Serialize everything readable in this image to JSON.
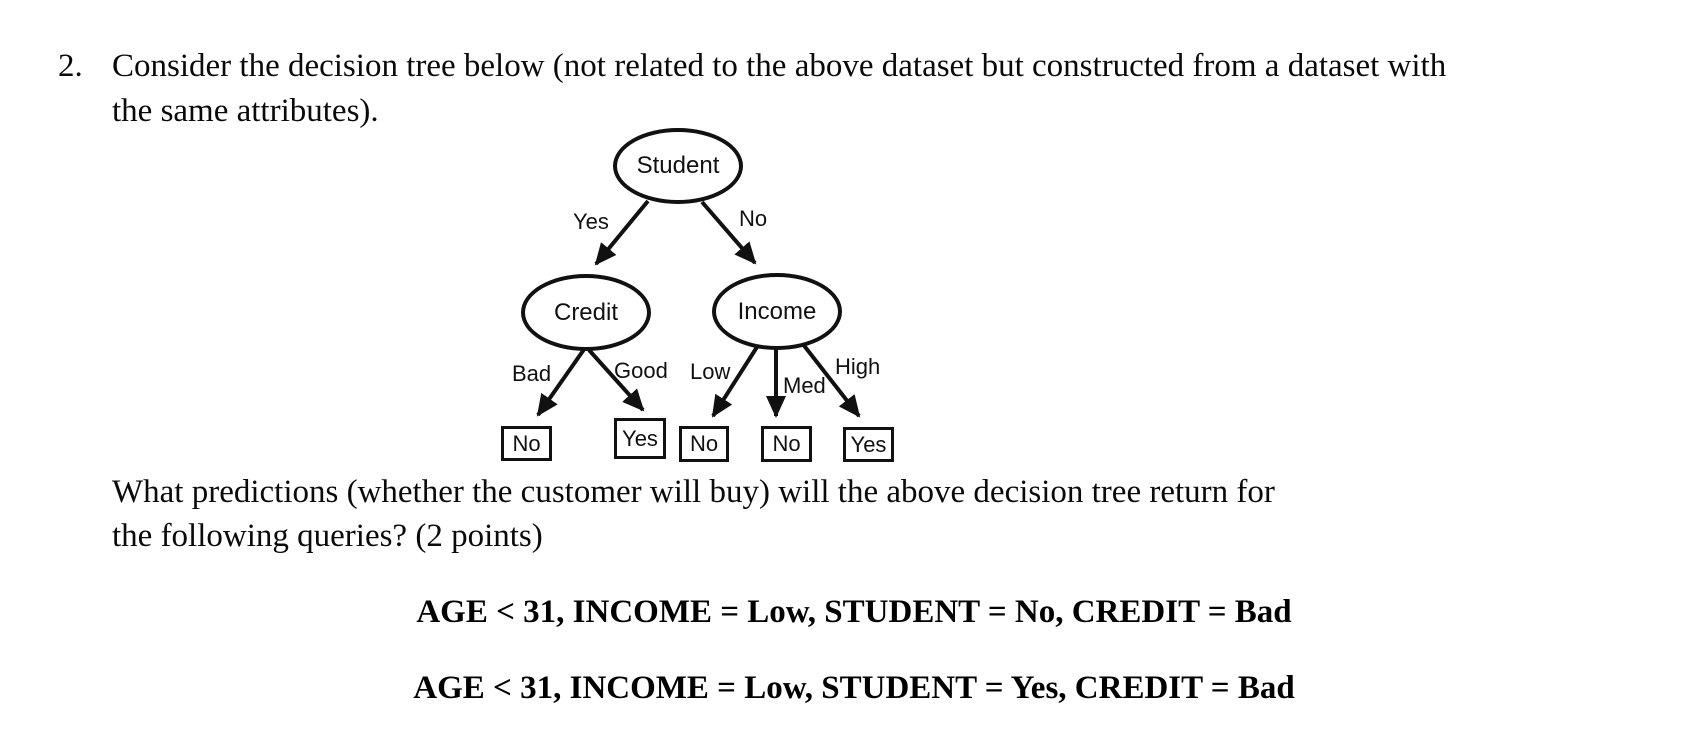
{
  "question": {
    "number": "2.",
    "lines": [
      "Consider the decision tree below (not related to the above dataset but constructed from a dataset with",
      "the same attributes)."
    ]
  },
  "tree": {
    "root": {
      "label": "Student"
    },
    "internal": [
      {
        "label": "Credit"
      },
      {
        "label": "Income"
      }
    ],
    "edge_labels": {
      "student_yes": "Yes",
      "student_no": "No",
      "credit_bad": "Bad",
      "credit_good": "Good",
      "income_low": "Low",
      "income_med": "Med",
      "income_high": "High"
    },
    "leaves": [
      {
        "label": "No"
      },
      {
        "label": "Yes"
      },
      {
        "label": "No"
      },
      {
        "label": "No"
      },
      {
        "label": "Yes"
      }
    ],
    "line_color": "#111111"
  },
  "followup": {
    "lines": [
      "What predictions (whether the customer will buy) will the above decision tree return for",
      "the following queries? (2 points)"
    ]
  },
  "queries": [
    "AGE < 31, INCOME = Low, STUDENT = No, CREDIT = Bad",
    "AGE < 31, INCOME = Low, STUDENT = Yes, CREDIT = Bad"
  ]
}
